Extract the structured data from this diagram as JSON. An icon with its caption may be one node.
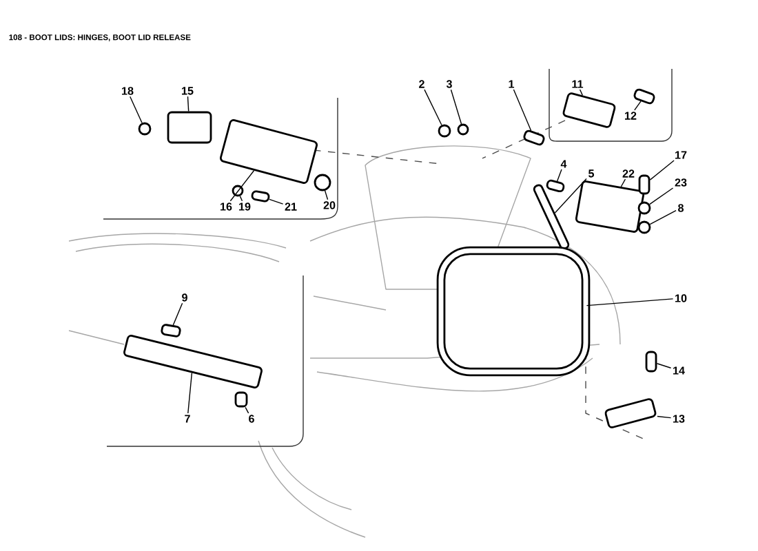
{
  "diagram": {
    "title": "108 - BOOT LIDS: HINGES, BOOT LID RELEASE",
    "nodes": [
      {
        "text": [
          "18"
        ]
      },
      {
        "text": [
          "15"
        ]
      },
      {
        "text": [
          "16"
        ]
      },
      {
        "text": [
          "19"
        ]
      },
      {
        "text": [
          "21"
        ]
      },
      {
        "text": [
          "20"
        ]
      },
      {
        "text": [
          "2"
        ]
      },
      {
        "text": [
          "3"
        ]
      },
      {
        "text": [
          "1"
        ]
      },
      {
        "text": [
          "11"
        ]
      },
      {
        "text": [
          "12"
        ]
      },
      {
        "text": [
          "4"
        ]
      },
      {
        "text": [
          "5"
        ]
      },
      {
        "text": [
          "22"
        ]
      },
      {
        "text": [
          "17"
        ]
      },
      {
        "text": [
          "23"
        ]
      },
      {
        "text": [
          "8"
        ]
      },
      {
        "text": [
          "10"
        ]
      },
      {
        "text": [
          "9"
        ]
      },
      {
        "text": [
          "7"
        ]
      },
      {
        "text": [
          "6"
        ]
      },
      {
        "text": [
          "14"
        ]
      },
      {
        "text": [
          "13"
        ]
      },
      {
        "text": [],
        "shape": "circle"
      },
      {
        "text": [],
        "shape": "box"
      },
      {
        "text": [],
        "shape": "box"
      },
      {
        "text": [],
        "shape": "circle"
      },
      {
        "text": [],
        "shape": "box"
      },
      {
        "text": [],
        "shape": "circle"
      },
      {
        "text": [],
        "shape": "circle"
      },
      {
        "text": [],
        "shape": "circle"
      },
      {
        "text": [],
        "shape": "box"
      },
      {
        "text": [],
        "shape": "box"
      },
      {
        "text": [],
        "shape": "box"
      },
      {
        "text": [],
        "shape": "box"
      },
      {
        "text": [],
        "shape": "box"
      },
      {
        "text": [],
        "shape": "box"
      },
      {
        "text": [],
        "shape": "box"
      },
      {
        "text": [],
        "shape": "circle"
      },
      {
        "text": [],
        "shape": "circle"
      },
      {
        "text": [],
        "shape": "box"
      },
      {
        "text": [],
        "shape": "box"
      },
      {
        "text": [],
        "shape": "box"
      },
      {
        "text": [],
        "shape": "box"
      },
      {
        "text": [],
        "shape": "box"
      },
      {
        "text": [],
        "shape": "box"
      }
    ],
    "edges": [
      {
        "from": 0,
        "to": 23,
        "arrow": "none"
      },
      {
        "from": 1,
        "to": 24,
        "arrow": "none"
      },
      {
        "from": 2,
        "to": 25,
        "arrow": "none"
      },
      {
        "from": 3,
        "to": 26,
        "arrow": "none"
      },
      {
        "from": 4,
        "to": 27,
        "arrow": "none"
      },
      {
        "from": 5,
        "to": 28,
        "arrow": "none"
      },
      {
        "from": 6,
        "to": 29,
        "arrow": "none"
      },
      {
        "from": 7,
        "to": 30,
        "arrow": "none"
      },
      {
        "from": 8,
        "to": 31,
        "arrow": "none"
      },
      {
        "from": 9,
        "to": 32,
        "arrow": "none"
      },
      {
        "from": 10,
        "to": 33,
        "arrow": "none"
      },
      {
        "from": 11,
        "to": 34,
        "arrow": "none"
      },
      {
        "from": 12,
        "to": 35,
        "arrow": "none"
      },
      {
        "from": 13,
        "to": 36,
        "arrow": "none"
      },
      {
        "from": 14,
        "to": 37,
        "arrow": "none"
      },
      {
        "from": 15,
        "to": 38,
        "arrow": "none"
      },
      {
        "from": 16,
        "to": 39,
        "arrow": "none"
      },
      {
        "from": 17,
        "to": 40,
        "arrow": "none"
      },
      {
        "from": 18,
        "to": 41,
        "arrow": "none"
      },
      {
        "from": 19,
        "to": 42,
        "arrow": "none"
      },
      {
        "from": 20,
        "to": 43,
        "arrow": "none"
      },
      {
        "from": 21,
        "to": 44,
        "arrow": "none"
      },
      {
        "from": 22,
        "to": 45,
        "arrow": "none"
      }
    ]
  }
}
